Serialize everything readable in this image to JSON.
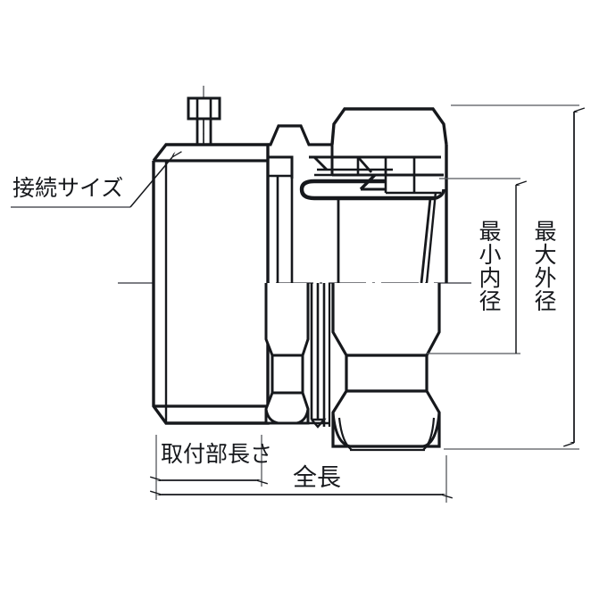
{
  "drawing": {
    "type": "engineering-dimension-drawing",
    "subject": "flexible-conduit-connector-fitting",
    "view": "side-section-elevation",
    "background_color": "#ffffff",
    "line_color": "#16181c",
    "thin_line_color": "#55585c",
    "labels": {
      "connection_size": "接続サイズ",
      "minimum_inner_diameter": "最小内径",
      "maximum_outer_diameter": "最大外径",
      "mounting_length": "取付部長さ",
      "overall_length": "全長"
    },
    "dimension_callouts": [
      {
        "id": "connection-size",
        "text": "接続サイズ",
        "orientation": "horizontal",
        "leader": true,
        "position": "upper-left"
      },
      {
        "id": "minimum-inner-diameter",
        "text": "最小内径",
        "orientation": "vertical",
        "leader": false,
        "position": "right-inner"
      },
      {
        "id": "maximum-outer-diameter",
        "text": "最大外径",
        "orientation": "vertical",
        "leader": false,
        "position": "right-outer"
      },
      {
        "id": "mounting-length",
        "text": "取付部長さ",
        "orientation": "horizontal",
        "leader": false,
        "position": "bottom-left"
      },
      {
        "id": "overall-length",
        "text": "全長",
        "orientation": "horizontal",
        "leader": false,
        "position": "bottom-center"
      }
    ],
    "features": [
      "set-screw",
      "body-barrel",
      "hex-nut",
      "gland-nut",
      "center-line"
    ]
  }
}
